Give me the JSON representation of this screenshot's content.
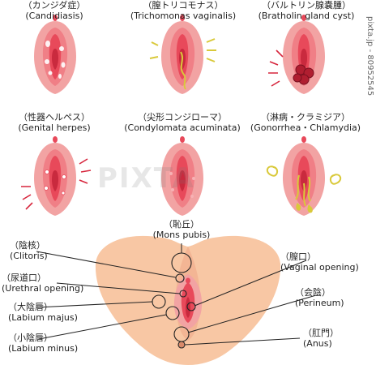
{
  "conditions": [
    {
      "jp": "（カンジダ症）",
      "en": "(Candidiasis)"
    },
    {
      "jp": "（膣トリコモナス）",
      "en": "(Trichomonas vaginalis)"
    },
    {
      "jp": "（バルトリン腺嚢腫）",
      "en": "(Bratholin gland cyst)"
    },
    {
      "jp": "（性器ヘルペス）",
      "en": "(Genital herpes)"
    },
    {
      "jp": "（尖形コンジローマ）",
      "en": "(Condylomata acuminata)"
    },
    {
      "jp": "（淋病・クラミジア）",
      "en": "(Gonorrhea・Chlamydia)"
    }
  ],
  "anatomy": {
    "mons": {
      "jp": "（恥丘）",
      "en": "(Mons pubis)"
    },
    "clitoris": {
      "jp": "（陰核）",
      "en": "(Clitoris)"
    },
    "urethral": {
      "jp": "（尿道口）",
      "en": "(Urethral opening)"
    },
    "labium_majus": {
      "jp": "（大陰唇）",
      "en": "(Labium majus)"
    },
    "labium_minus": {
      "jp": "（小陰唇）",
      "en": "(Labium minus)"
    },
    "vaginal": {
      "jp": "（膣口）",
      "en": "(Vaginal opening)"
    },
    "perineum": {
      "jp": "（会陰）",
      "en": "(Perineum)"
    },
    "anus": {
      "jp": "（肛門）",
      "en": "(Anus)"
    }
  },
  "watermark": "PIXTA",
  "side_text": "pixta.jp - 80952545",
  "colors": {
    "skin": "#f8c7a4",
    "outer": "#f2a3a3",
    "inner": "#e8495a",
    "red_mark": "#d7263d",
    "yellow": "#d9c93a",
    "line": "#222222"
  }
}
